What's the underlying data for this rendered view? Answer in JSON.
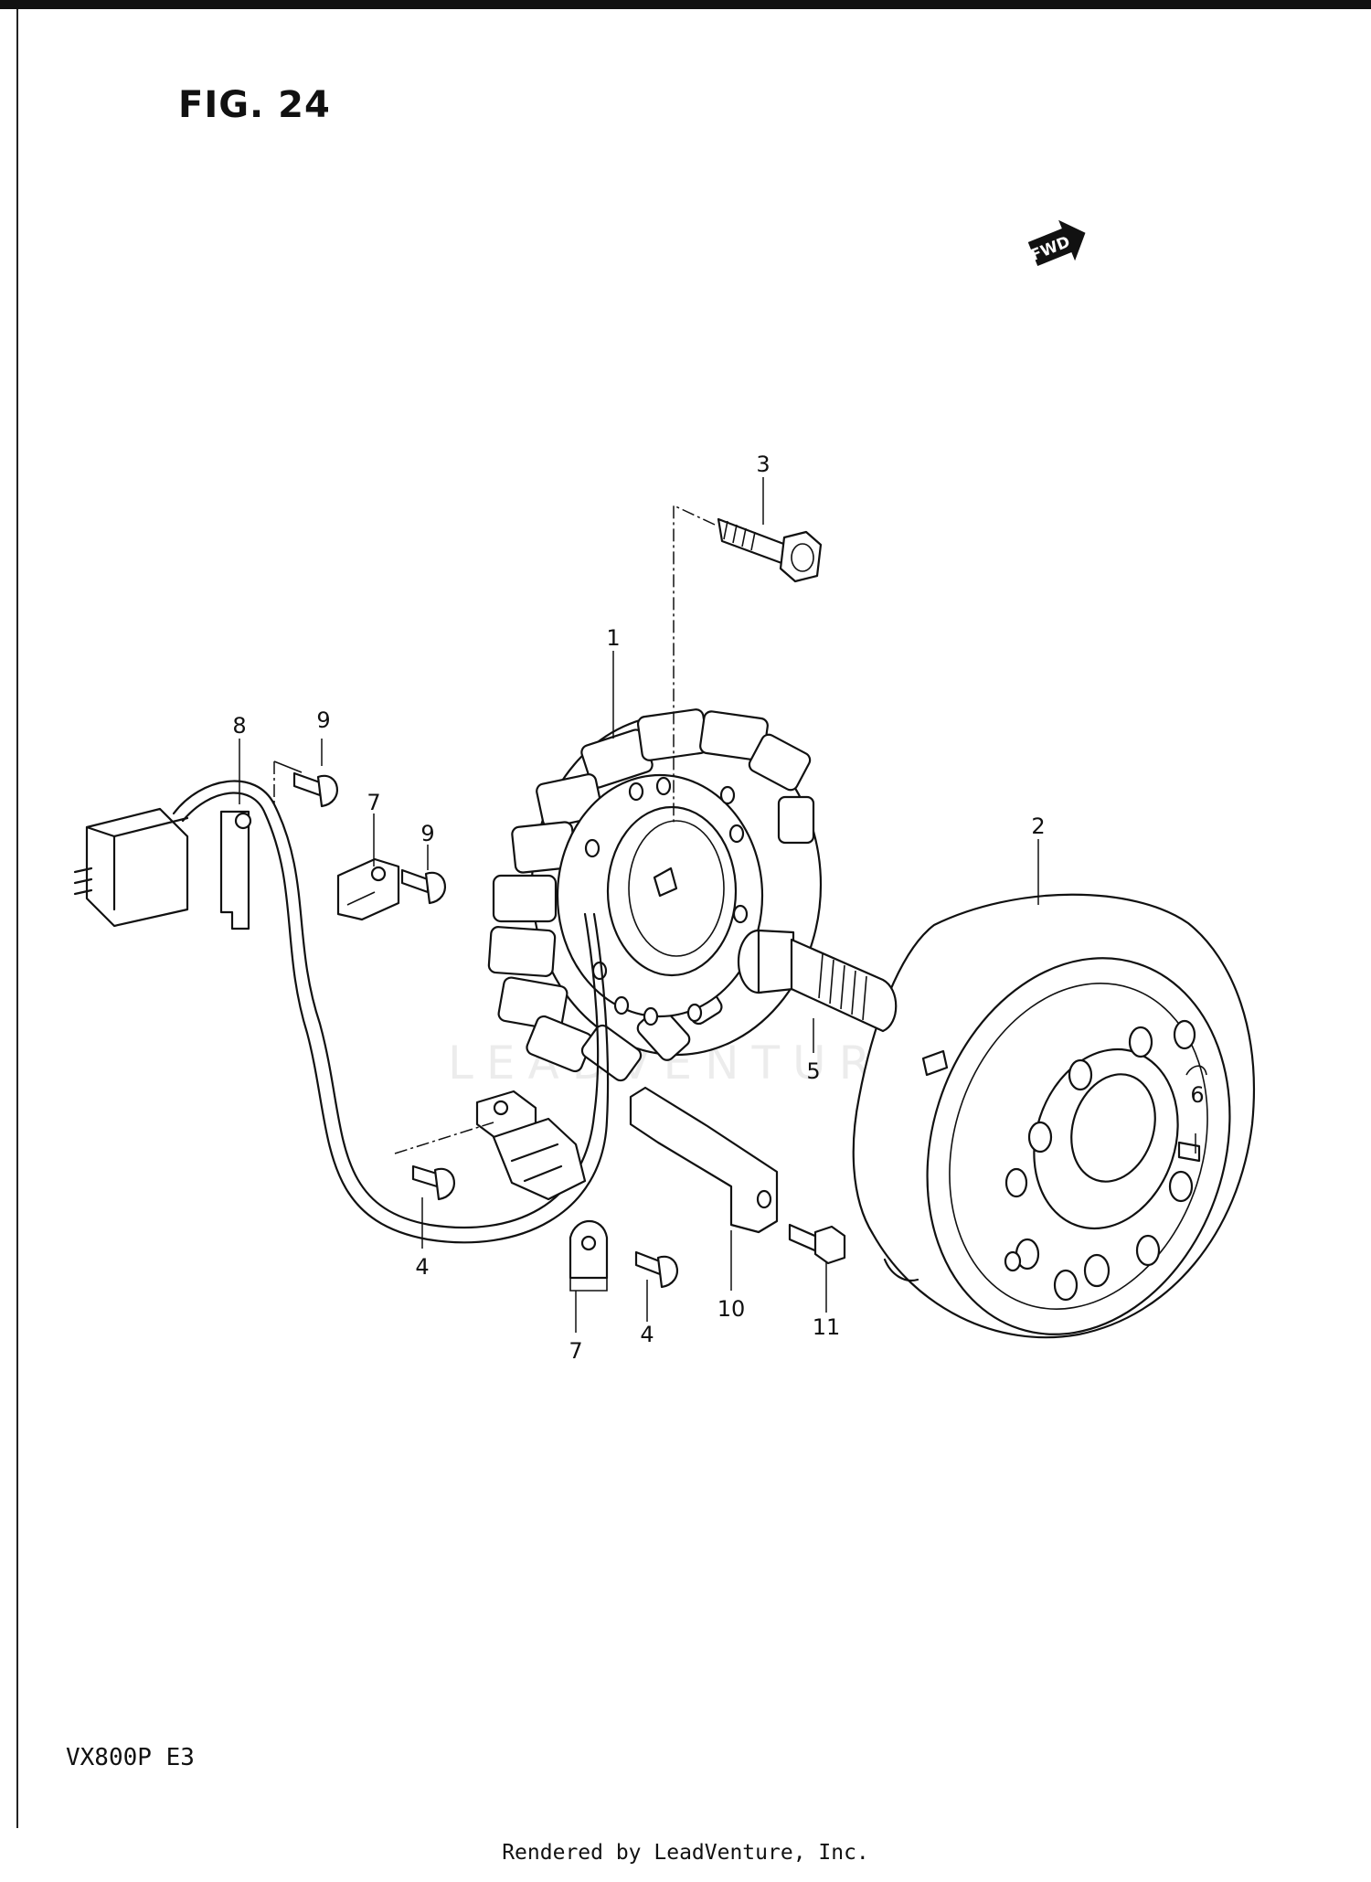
{
  "figure": {
    "title": "FIG. 24",
    "model_code": "VX800P  E3",
    "credit": "Rendered by LeadVenture, Inc.",
    "watermark": "LEADVENTURE",
    "direction_badge": "FWD"
  },
  "callouts": {
    "c1": "1",
    "c2": "2",
    "c3": "3",
    "c4a": "4",
    "c4b": "4",
    "c5": "5",
    "c6": "6",
    "c7a": "7",
    "c7b": "7",
    "c8": "8",
    "c9a": "9",
    "c9b": "9",
    "c10": "10",
    "c11": "11"
  },
  "icons": {
    "direction": "fwd-arrow-icon"
  }
}
